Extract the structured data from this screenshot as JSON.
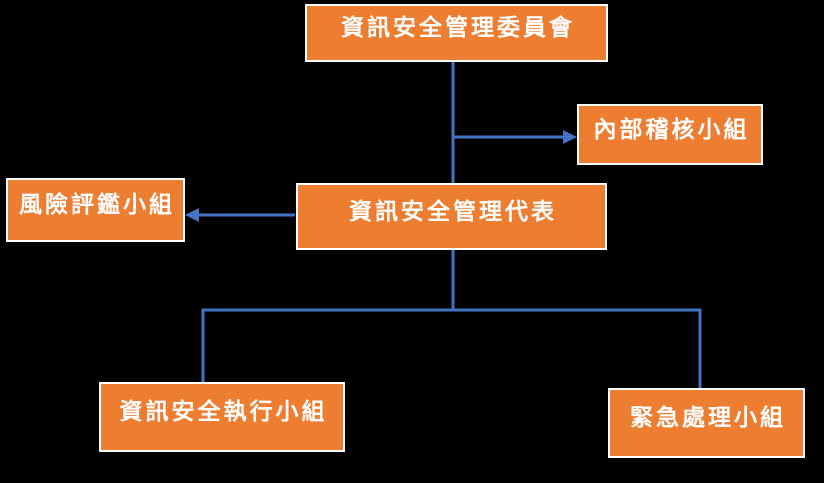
{
  "diagram": {
    "type": "org-chart",
    "colors": {
      "background": "#000000",
      "box_fill": "#ED7D31",
      "box_border": "#FFFFFF",
      "text": "#FFFFFF",
      "connector": "#4472C4"
    },
    "nodes": [
      {
        "id": "committee",
        "label": "資訊安全管理委員會"
      },
      {
        "id": "internal-audit",
        "label": "內部稽核小組"
      },
      {
        "id": "representative",
        "label": "資訊安全管理代表"
      },
      {
        "id": "risk-assessment",
        "label": "風險評鑑小組"
      },
      {
        "id": "execution",
        "label": "資訊安全執行小組"
      },
      {
        "id": "emergency",
        "label": "緊急處理小組"
      }
    ],
    "edges": [
      {
        "from": "資訊安全管理委員會",
        "to": "資訊安全管理代表",
        "style": "line"
      },
      {
        "from": "資訊安全管理委員會",
        "to": "內部稽核小組",
        "style": "arrow"
      },
      {
        "from": "資訊安全管理代表",
        "to": "風險評鑑小組",
        "style": "arrow"
      },
      {
        "from": "資訊安全管理代表",
        "to": "資訊安全執行小組",
        "style": "line"
      },
      {
        "from": "資訊安全管理代表",
        "to": "緊急處理小組",
        "style": "line"
      }
    ]
  }
}
